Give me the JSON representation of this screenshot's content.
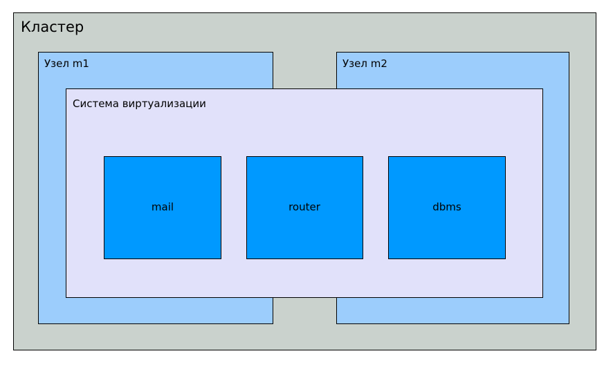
{
  "diagram": {
    "title": "Кластер",
    "cluster": {
      "label": "Кластер",
      "fill": "#cad2cd",
      "stroke": "#000000"
    },
    "nodes": [
      {
        "id": "m1",
        "label": "Узел m1",
        "fill": "#9ccdfc",
        "stroke": "#000000"
      },
      {
        "id": "m2",
        "label": "Узел m2",
        "fill": "#9ccdfc",
        "stroke": "#000000"
      }
    ],
    "virtualization": {
      "label": "Система виртуализации",
      "fill": "#e1e1fa",
      "stroke": "#000000"
    },
    "virtual_machines": [
      {
        "id": "mail",
        "label": "mail",
        "fill": "#0099ff",
        "stroke": "#000000"
      },
      {
        "id": "router",
        "label": "router",
        "fill": "#0099ff",
        "stroke": "#000000"
      },
      {
        "id": "dbms",
        "label": "dbms",
        "fill": "#0099ff",
        "stroke": "#000000"
      }
    ],
    "background": "#ffffff"
  }
}
